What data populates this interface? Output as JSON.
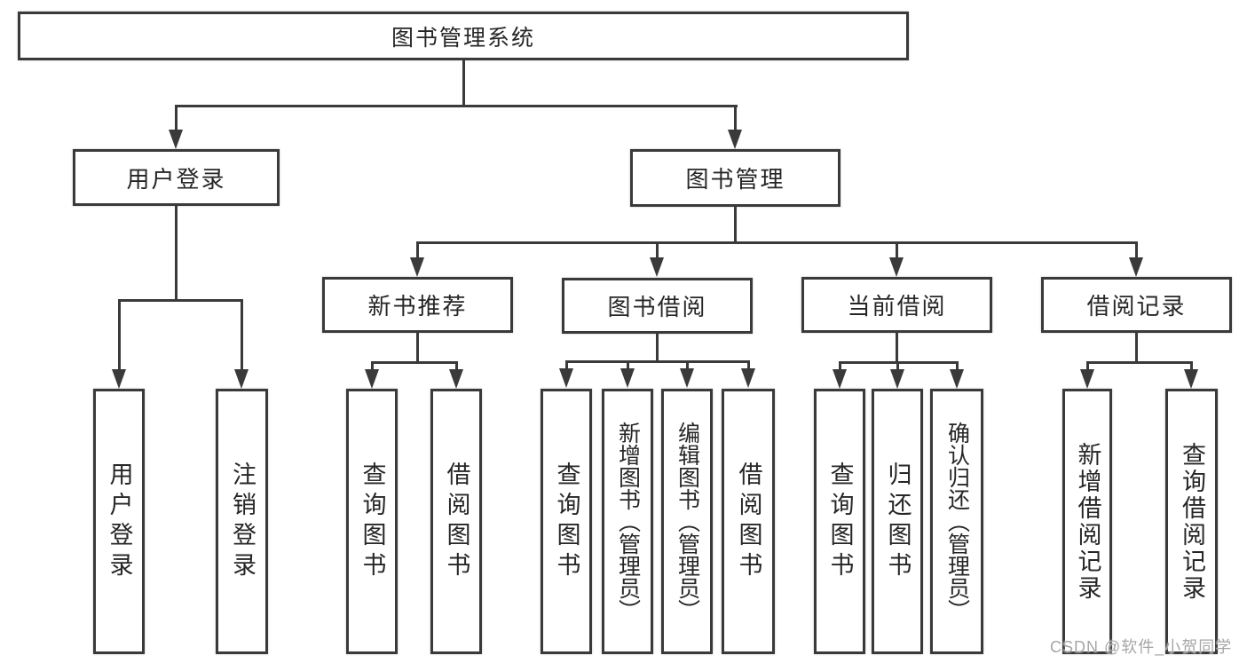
{
  "diagram": {
    "title": "图书管理系统",
    "level2": {
      "user_login": "用户登录",
      "book_management": "图书管理"
    },
    "level3": {
      "new_book_recommend": "新书推荐",
      "book_borrow": "图书借阅",
      "current_borrow": "当前借阅",
      "borrow_records": "借阅记录"
    },
    "leaves": {
      "user_login": "用户登录",
      "logout": "注销登录",
      "recommend_query_books": "查询图书",
      "recommend_borrow_books": "借阅图书",
      "borrow_query_books": "查询图书",
      "borrow_add_books": "新增图书（管理员）",
      "borrow_edit_books": "编辑图书（管理员）",
      "borrow_borrow_books": "借阅图书",
      "current_query_books": "查询图书",
      "current_return_books": "归还图书",
      "current_confirm_return": "确认归还（管理员）",
      "records_add_record": "新增借阅记录",
      "records_query_record": "查询借阅记录"
    },
    "colors": {
      "line": "#3a3a3a",
      "box_border": "#3a3a3a",
      "box_fill": "#ffffff",
      "text": "#262626",
      "watermark": "#a6a6a6",
      "background": "#ffffff"
    }
  },
  "watermark": {
    "text": "CSDN @软件_小贺同学"
  }
}
